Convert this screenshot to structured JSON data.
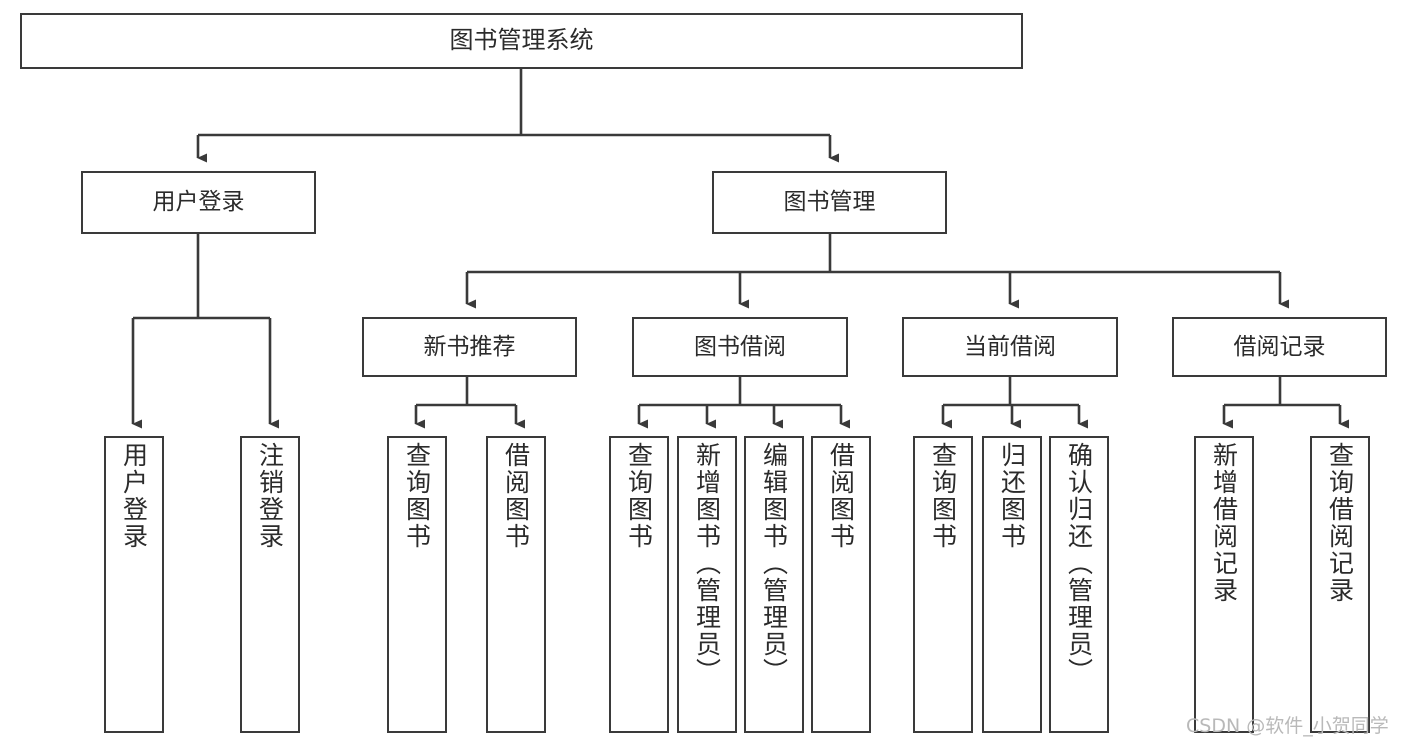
{
  "diagram": {
    "title": "图书管理系统",
    "type": "tree-hierarchy-diagram",
    "orientation": "top-down",
    "colors": {
      "box_border": "#3a3a3a",
      "box_fill": "#ffffff",
      "edge": "#3a3a3a",
      "text": "#2b2b2b",
      "watermark": "#b9b9b9",
      "background": "#ffffff"
    },
    "watermark": "CSDN @软件_小贺同学",
    "nodes": {
      "root": {
        "label": "图书管理系统"
      },
      "level2": [
        {
          "id": "user-login",
          "label": "用户登录"
        },
        {
          "id": "book-management",
          "label": "图书管理"
        }
      ],
      "level3": [
        {
          "id": "new-book-recommend",
          "label": "新书推荐"
        },
        {
          "id": "book-borrow",
          "label": "图书借阅"
        },
        {
          "id": "current-borrow",
          "label": "当前借阅"
        },
        {
          "id": "borrow-record",
          "label": "借阅记录"
        }
      ],
      "leaves": {
        "user-login": [
          {
            "id": "leaf-user-login",
            "label": "用户登录"
          },
          {
            "id": "leaf-logout-login",
            "label": "注销登录"
          }
        ],
        "new-book-recommend": [
          {
            "id": "leaf-query-book-1",
            "label": "查询图书"
          },
          {
            "id": "leaf-borrow-book-1",
            "label": "借阅图书"
          }
        ],
        "book-borrow": [
          {
            "id": "leaf-query-book-2",
            "label": "查询图书"
          },
          {
            "id": "leaf-add-book",
            "label": "新增图书（管理员）"
          },
          {
            "id": "leaf-edit-book",
            "label": "编辑图书（管理员）"
          },
          {
            "id": "leaf-borrow-book-2",
            "label": "借阅图书"
          }
        ],
        "current-borrow": [
          {
            "id": "leaf-query-book-3",
            "label": "查询图书"
          },
          {
            "id": "leaf-return-book",
            "label": "归还图书"
          },
          {
            "id": "leaf-confirm-return",
            "label": "确认归还（管理员）"
          }
        ],
        "borrow-record": [
          {
            "id": "leaf-add-record",
            "label": "新增借阅记录"
          },
          {
            "id": "leaf-query-record",
            "label": "查询借阅记录"
          }
        ]
      }
    }
  }
}
